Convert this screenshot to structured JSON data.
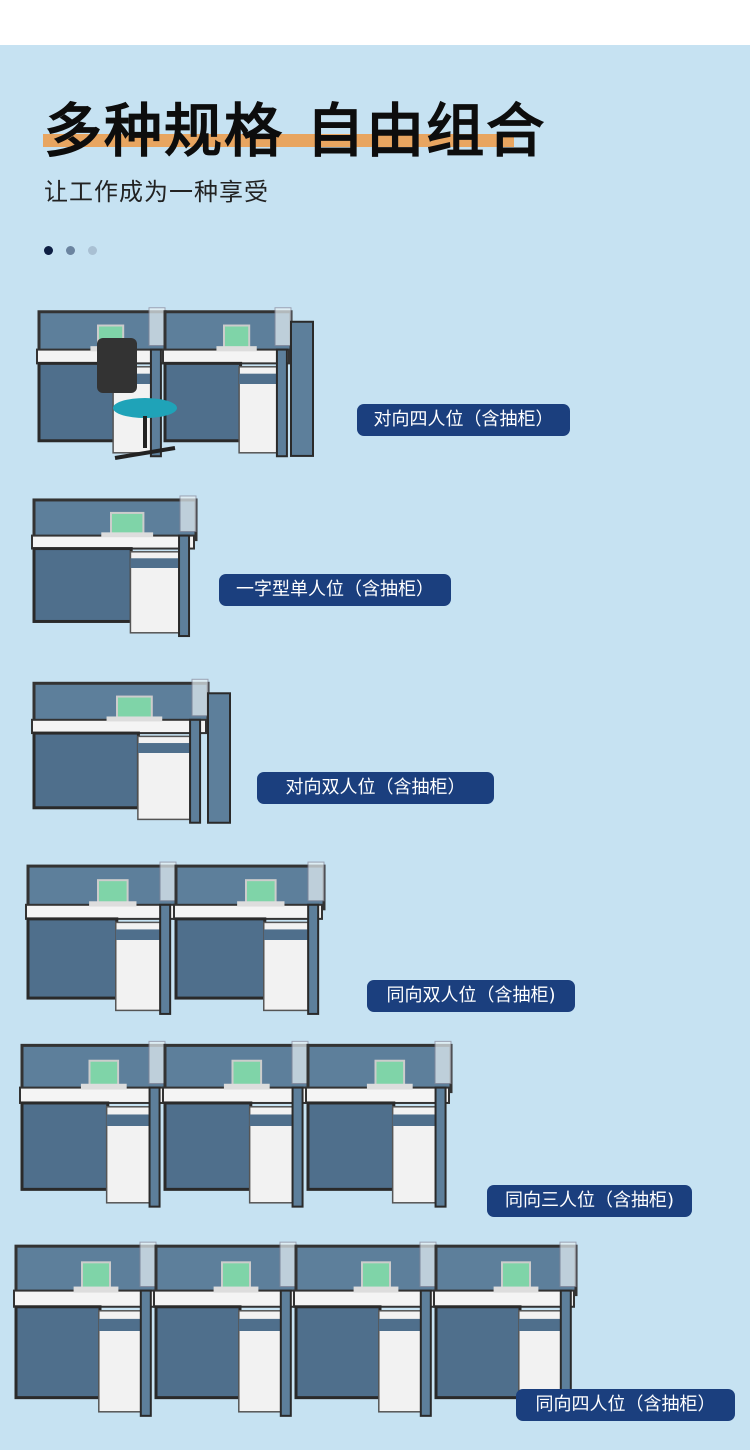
{
  "header": {
    "title": "多种规格 自由组合",
    "subtitle": "让工作成为一种享受"
  },
  "carousel": {
    "active_index": 0,
    "count": 3
  },
  "colors": {
    "background": "#c6e2f2",
    "label_bg": "#1b3f7e",
    "accent_bar": "#e8a560"
  },
  "products": [
    {
      "label": "对向四人位（含抽柜）",
      "units": 2,
      "facing": true
    },
    {
      "label": "一字型单人位（含抽柜）",
      "units": 1,
      "facing": false
    },
    {
      "label": "对向双人位（含抽柜）",
      "units": 1,
      "facing": true
    },
    {
      "label": "同向双人位（含抽柜)",
      "units": 2,
      "facing": false
    },
    {
      "label": "同向三人位（含抽柜)",
      "units": 3,
      "facing": false
    },
    {
      "label": "同向四人位（含抽柜）",
      "units": 4,
      "facing": false
    }
  ]
}
